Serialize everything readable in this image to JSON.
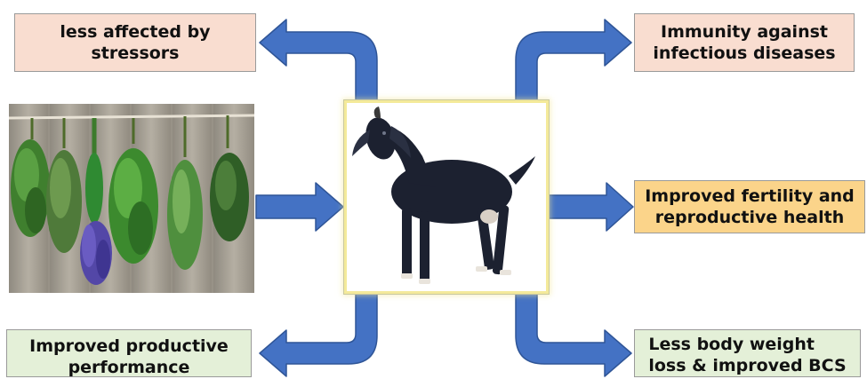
{
  "boxes": {
    "top_left": {
      "lines": [
        "less affected by",
        "stressors"
      ],
      "color": "#f9ddd0"
    },
    "top_right": {
      "lines": [
        "Immunity against",
        "infectious diseases"
      ],
      "color": "#f9ddd0"
    },
    "mid_right": {
      "lines": [
        "Improved fertility and",
        "reproductive health"
      ],
      "color": "#fbd48a"
    },
    "bottom_left": {
      "lines": [
        "Improved productive",
        "performance"
      ],
      "color": "#e4f0d8"
    },
    "bottom_right": {
      "lines": [
        "Less body weight",
        "loss & improved BCS"
      ],
      "color": "#e4f0d8"
    }
  },
  "images": {
    "left": "hanging-herbs-photo",
    "center": "black-goat-photo"
  },
  "colors": {
    "arrow": "#4472c4",
    "arrow_edge": "#2f5597",
    "frame": "#f4ea9a"
  }
}
